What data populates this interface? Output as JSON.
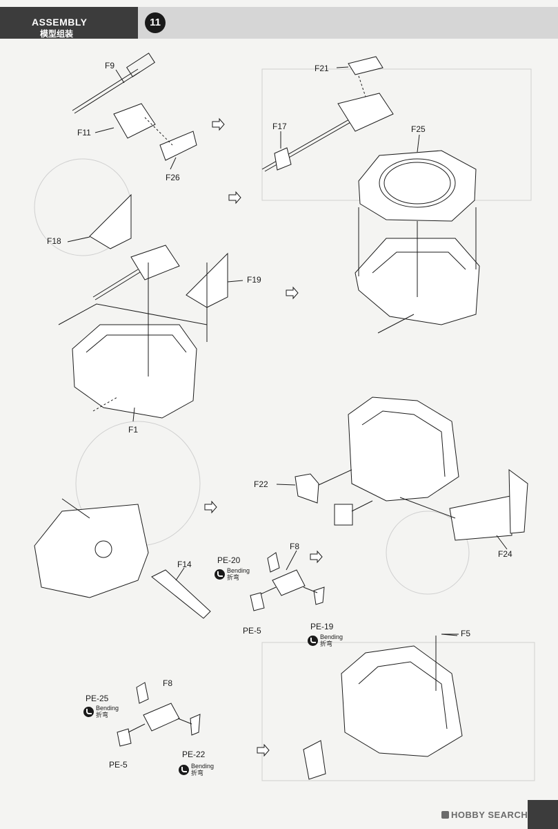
{
  "header": {
    "title": "ASSEMBLY",
    "subtitle": "模型组装",
    "step_number": "11"
  },
  "labels": {
    "f9": "F9",
    "f11": "F11",
    "f26": "F26",
    "f21": "F21",
    "f17": "F17",
    "f25": "F25",
    "f18": "F18",
    "f19": "F19",
    "f1": "F1",
    "f22": "F22",
    "f24": "F24",
    "f14": "F14",
    "pe20": "PE-20",
    "f8a": "F8",
    "pe5a": "PE-5",
    "pe19": "PE-19",
    "f5": "F5",
    "pe25": "PE-25",
    "f8b": "F8",
    "pe5b": "PE-5",
    "pe22": "PE-22"
  },
  "bending": {
    "en": "Bending",
    "cn": "折弯"
  },
  "watermark": {
    "text": "HOBBY SEARCH"
  },
  "colors": {
    "header_dark": "#3c3c3c",
    "header_light": "#d6d6d6",
    "line": "#1a1a1a"
  }
}
